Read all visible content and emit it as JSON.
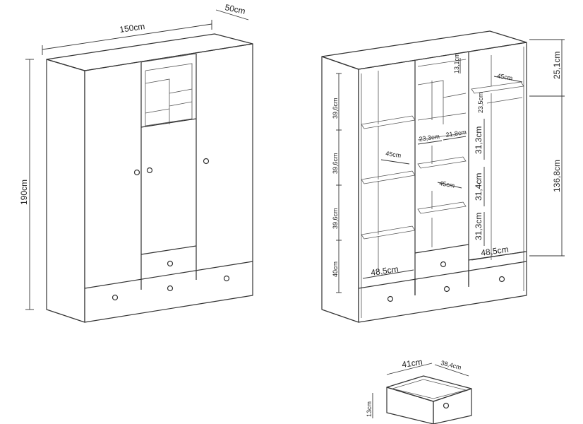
{
  "closed_view": {
    "width": "150cm",
    "depth": "50cm",
    "height": "190cm"
  },
  "open_view": {
    "top_section": "25,1cm",
    "lower_section": "136,8cm",
    "left_shelf_1": "39,6cm",
    "left_shelf_2": "39,6cm",
    "left_shelf_3": "39,6cm",
    "left_bottom": "40cm",
    "left_depth": "45cm",
    "left_width": "48,5cm",
    "top_small": "13,1cm",
    "mid_small_height": "23,5cm",
    "mid_small_width": "23,3cm",
    "mid_small_width_2": "21,8cm",
    "mid_shelf_1": "31,3cm",
    "mid_shelf_2": "31,4cm",
    "mid_shelf_3": "31,3cm",
    "mid_depth": "45cm",
    "right_depth": "45cm",
    "right_width": "48,5cm"
  },
  "drawer": {
    "width": "41cm",
    "depth": "38,4cm",
    "height": "13cm"
  },
  "colors": {
    "line": "#333333",
    "background": "#ffffff"
  }
}
